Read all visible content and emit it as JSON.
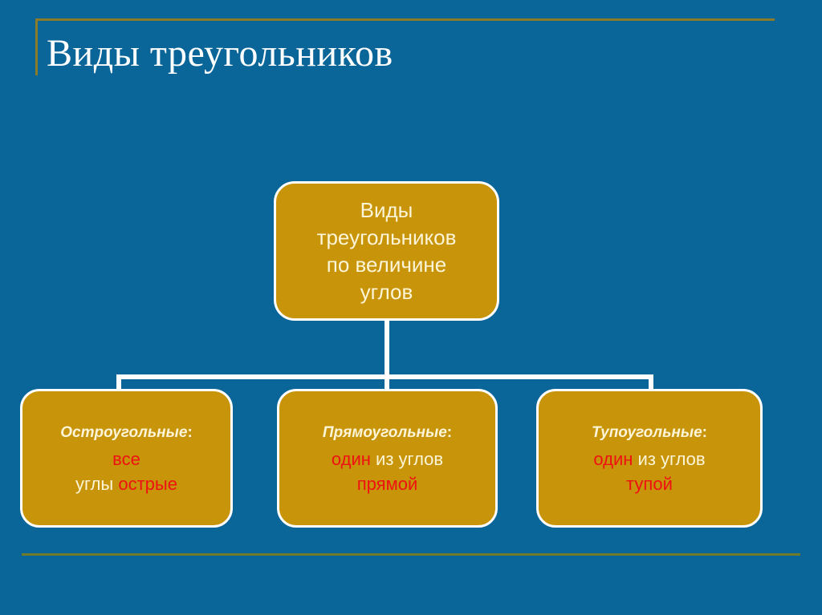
{
  "slide": {
    "background_color": "#0a6699",
    "accent_rule_color": "#8a7b28",
    "bottom_rule_color": "#6f7a2a",
    "title": "Виды треугольников"
  },
  "diagram": {
    "node_fill_color": "#c8940a",
    "node_border_color": "#ffffff",
    "connector_color": "#ffffff",
    "cream_text_color": "#fdf5d8",
    "highlight_text_color": "#ee1111",
    "root": {
      "line1": "Виды",
      "line2": "треугольников",
      "line3": "по величине",
      "line4": "углов"
    },
    "children": [
      {
        "heading": "Остроугольные",
        "colon": ":",
        "line2_red": "все",
        "line3_cream": "углы ",
        "line3_red": "острые"
      },
      {
        "heading": "Прямоугольные",
        "colon": ":",
        "line2_red": "один",
        "line2_cream": " из углов",
        "line3_red": "прямой"
      },
      {
        "heading": "Тупоугольные",
        "colon": ":",
        "line2_red": "один",
        "line2_cream": " из углов",
        "line3_red": "тупой"
      }
    ]
  }
}
